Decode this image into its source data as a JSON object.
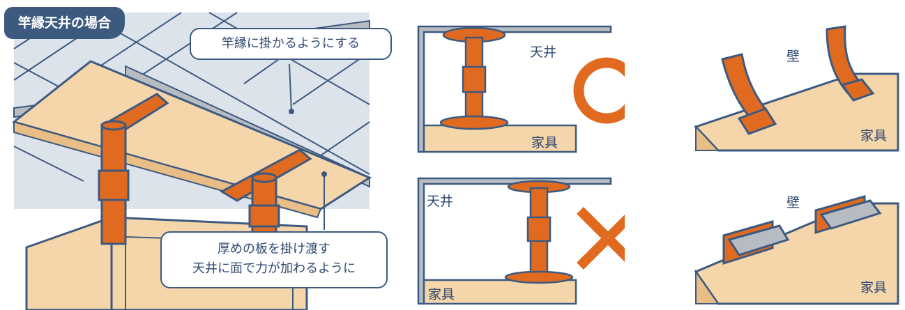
{
  "main": {
    "badge": "竿縁天井の場合",
    "callout_top": "竿縁に掛かるようにする",
    "callout_bottom_line1": "厚めの板を掛け渡す",
    "callout_bottom_line2": "天井に面で力が加わるように"
  },
  "good_example": {
    "ceiling_label": "天井",
    "furniture_label": "家具",
    "mark": "○"
  },
  "bad_example": {
    "ceiling_label": "天井",
    "furniture_label": "家具",
    "mark": "×"
  },
  "wall_belt": {
    "wall_label": "壁",
    "furniture_label": "家具"
  },
  "wall_plate": {
    "wall_label": "壁",
    "furniture_label": "家具"
  },
  "colors": {
    "navy": "#3c5a80",
    "orange": "#e06a20",
    "wood": "#f5d5aa",
    "ceiling": "#dde3ea",
    "gray": "#b7bcc3"
  }
}
